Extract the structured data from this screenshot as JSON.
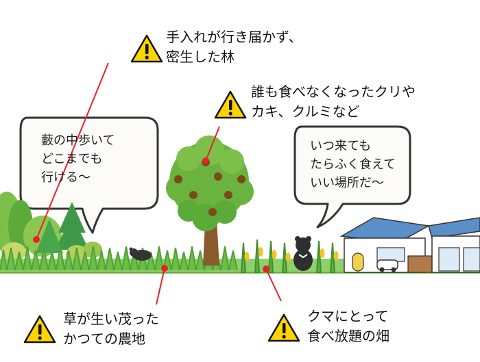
{
  "callouts": {
    "forest": "手入れが行き届かず、\n密生した林",
    "nuts": "誰も食べなくなったクリや\nカキ、クルミなど",
    "farmland": "草が生い茂った\nかつての農地",
    "field": "クマにとって\n食べ放題の畑"
  },
  "bubbles": {
    "left": "藪の中歩いて\nどこまでも\n行ける〜",
    "right": "いつ来ても\nたらふく食えて\nいい場所だ〜"
  },
  "icons": {
    "warning": "warning-icon",
    "bear": "bear-icon",
    "house": "house-icon",
    "car": "car-icon",
    "tree": "fruit-tree-icon",
    "corn": "corn-icon"
  },
  "colors": {
    "warning_fill": "#FFD400",
    "pointer_line": "#E8202A",
    "pointer_dot": "#E8202A",
    "grass": "#6DBE45",
    "tree_leaves": "#6AB33E",
    "fruit": "#7A4A1A",
    "bubble_bg": "#FDFBF7",
    "house_roof": "#5A8FC8"
  }
}
